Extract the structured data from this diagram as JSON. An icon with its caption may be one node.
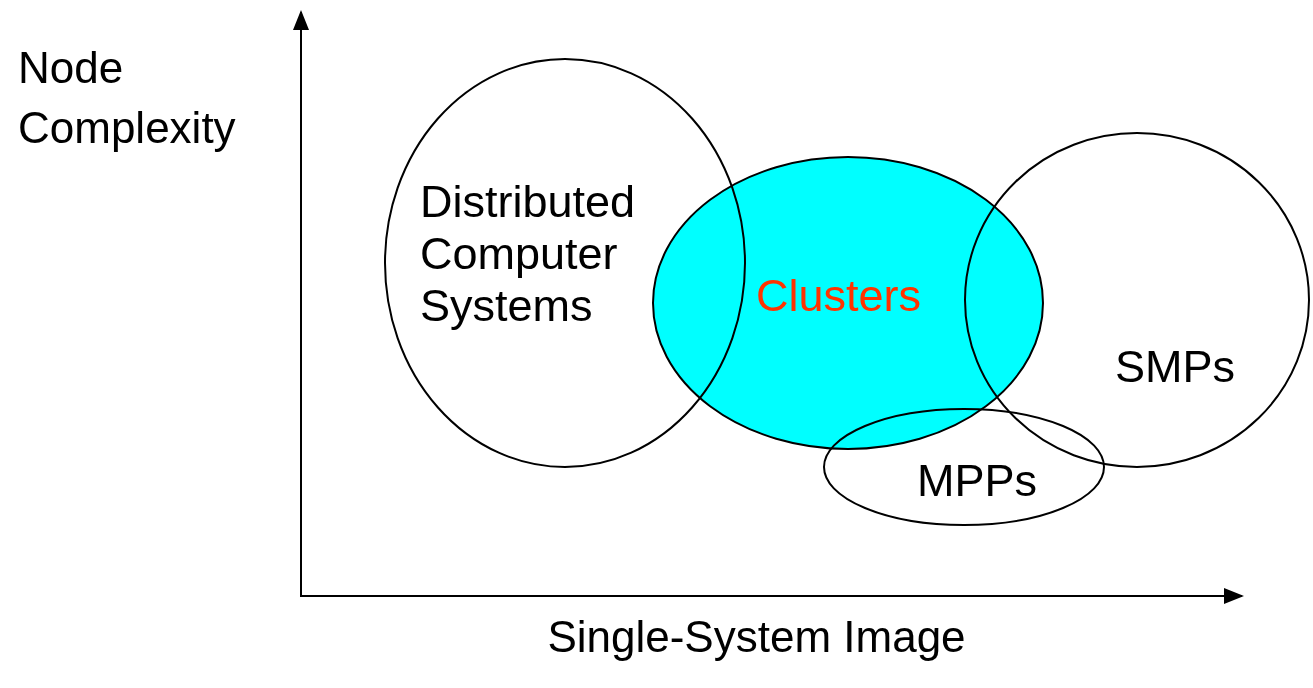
{
  "diagram": {
    "nodes": [
      {
        "text": [
          "Distributed Computer Systems"
        ]
      },
      {
        "text": [
          "Clusters"
        ]
      },
      {
        "text": [
          "SMPs"
        ]
      },
      {
        "text": [
          "MPPs"
        ]
      }
    ],
    "labels": [
      "Node Complexity",
      "Single-System Image"
    ]
  }
}
